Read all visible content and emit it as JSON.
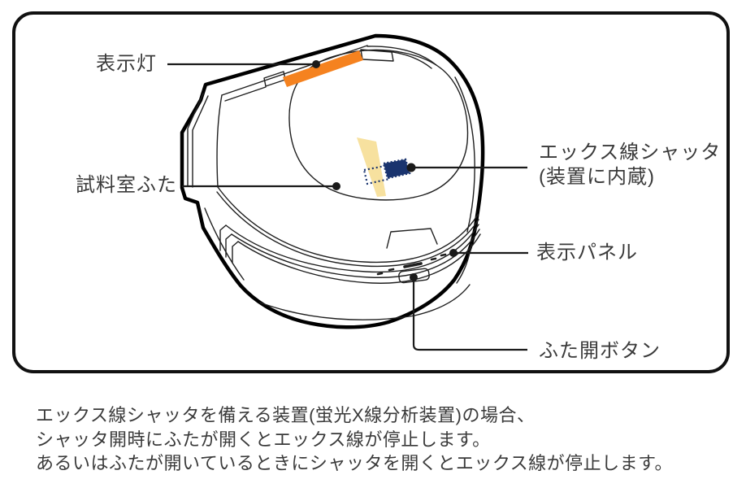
{
  "diagram": {
    "labels": {
      "indicator_light": "表示灯",
      "sample_chamber_lid": "試料室ふた",
      "xray_shutter_line1": "エックス線シャッタ",
      "xray_shutter_line2": "(装置に内蔵)",
      "display_panel": "表示パネル",
      "lid_open_button": "ふた開ボタン"
    },
    "colors": {
      "indicator_strip": "#F5821F",
      "xray_beam": "#F6DD92",
      "shutter_blue": "#1A346E",
      "line": "#1f1f1f"
    }
  },
  "caption": {
    "lines": [
      "エックス線シャッタを備える装置(蛍光X線分析装置)の場合、",
      "シャッタ開時にふたが開くとエックス線が停止します。",
      "あるいはふたが開いているときにシャッタを開くとエックス線が停止します。"
    ]
  }
}
